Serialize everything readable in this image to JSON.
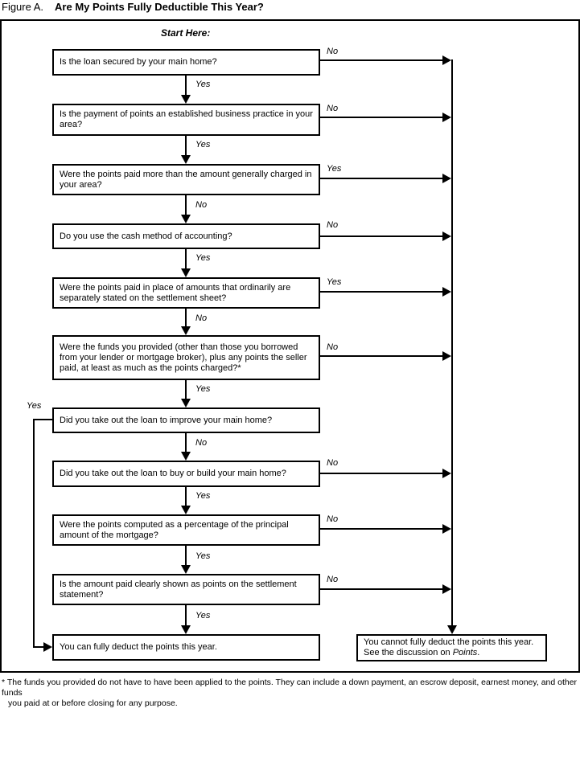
{
  "figure_label": "Figure A.",
  "figure_title": "Are My Points Fully Deductible This Year?",
  "start_label": "Start Here:",
  "nodes": [
    {
      "text": "Is the loan secured by your main home?",
      "side_label": "No",
      "down_label": "Yes"
    },
    {
      "text": "Is the payment of points an established business practice in your area?",
      "side_label": "No",
      "down_label": "Yes"
    },
    {
      "text": "Were the points paid more than the amount generally charged in your area?",
      "side_label": "Yes",
      "down_label": "No"
    },
    {
      "text": "Do you use the cash method of accounting?",
      "side_label": "No",
      "down_label": "Yes"
    },
    {
      "text": "Were the points paid in place of amounts that ordinarily are separately stated on the settlement sheet?",
      "side_label": "Yes",
      "down_label": "No"
    },
    {
      "text": "Were the funds you provided (other than those you borrowed from your lender or mortgage broker), plus any points the seller paid, at least as much as the points charged?*",
      "side_label": "No",
      "down_label": "Yes"
    },
    {
      "text": "Did you take out the loan to improve your main home?",
      "side_label": "Yes",
      "down_label": "No"
    },
    {
      "text": "Did you take out the loan to buy or build your main home?",
      "side_label": "No",
      "down_label": "Yes"
    },
    {
      "text": "Were the points computed as a percentage of the principal amount of the mortgage?",
      "side_label": "No",
      "down_label": "Yes"
    },
    {
      "text": "Is the amount paid clearly shown as points on the settlement statement?",
      "side_label": "No",
      "down_label": "Yes"
    }
  ],
  "outcome_yes": {
    "text": "You can fully deduct the points this year."
  },
  "outcome_no": {
    "text_before": "You cannot fully deduct the points this year. See the discussion on ",
    "italic_word": "Points",
    "text_after": "."
  },
  "footnote": {
    "line1": "* The funds you provided do not have to have been applied to the points. They can include a down payment, an escrow deposit, earnest money, and other funds",
    "line2": "you paid at or before closing for any purpose."
  },
  "colors": {
    "line": "#000000",
    "background": "#ffffff"
  }
}
